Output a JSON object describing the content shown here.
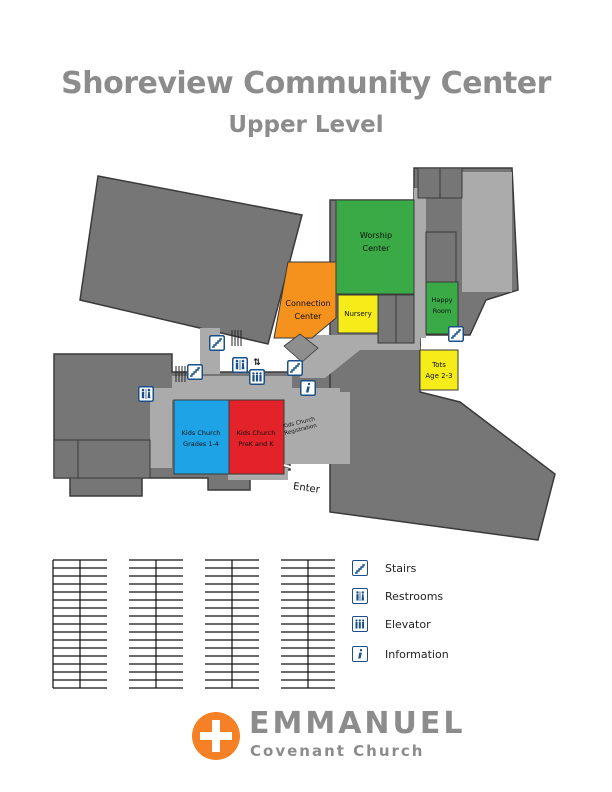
{
  "header": {
    "title": "Shoreview Community Center",
    "subtitle": "Upper Level"
  },
  "rooms": {
    "connection_center": {
      "line1": "Connection",
      "line2": "Center",
      "color": "#f5921e"
    },
    "worship_center": {
      "line1": "Worship",
      "line2": "Center",
      "color": "#3aaa47"
    },
    "nursery": {
      "label": "Nursery",
      "color": "#f5ec1a"
    },
    "happy_room": {
      "line1": "Happy",
      "line2": "Room",
      "color": "#3aaa47"
    },
    "tots": {
      "line1": "Tots",
      "line2": "Age 2-3",
      "color": "#f5ec1a"
    },
    "kids_church_grades": {
      "line1": "Kids Church",
      "line2": "Grades 1-4",
      "color": "#1ea4e6"
    },
    "kids_church_prek": {
      "line1": "Kids Church",
      "line2": "PreK and K",
      "color": "#e3222a"
    }
  },
  "annotations": {
    "registration_line1": "Kids Church",
    "registration_line2": "Registration",
    "entrance": "Enter"
  },
  "legend": [
    {
      "label": "Stairs",
      "icon": "stairs-icon"
    },
    {
      "label": "Restrooms",
      "icon": "restroom-icon"
    },
    {
      "label": "Elevator",
      "icon": "elevator-icon"
    },
    {
      "label": "Information",
      "icon": "information-icon"
    }
  ],
  "logo": {
    "name": "EMMANUEL",
    "tagline": "Covenant Church",
    "color": "#f58025"
  },
  "colors": {
    "building": "#767676",
    "corridor": "#ababab",
    "outline": "#3a3a3a",
    "icon_border": "#1a4f8a"
  }
}
